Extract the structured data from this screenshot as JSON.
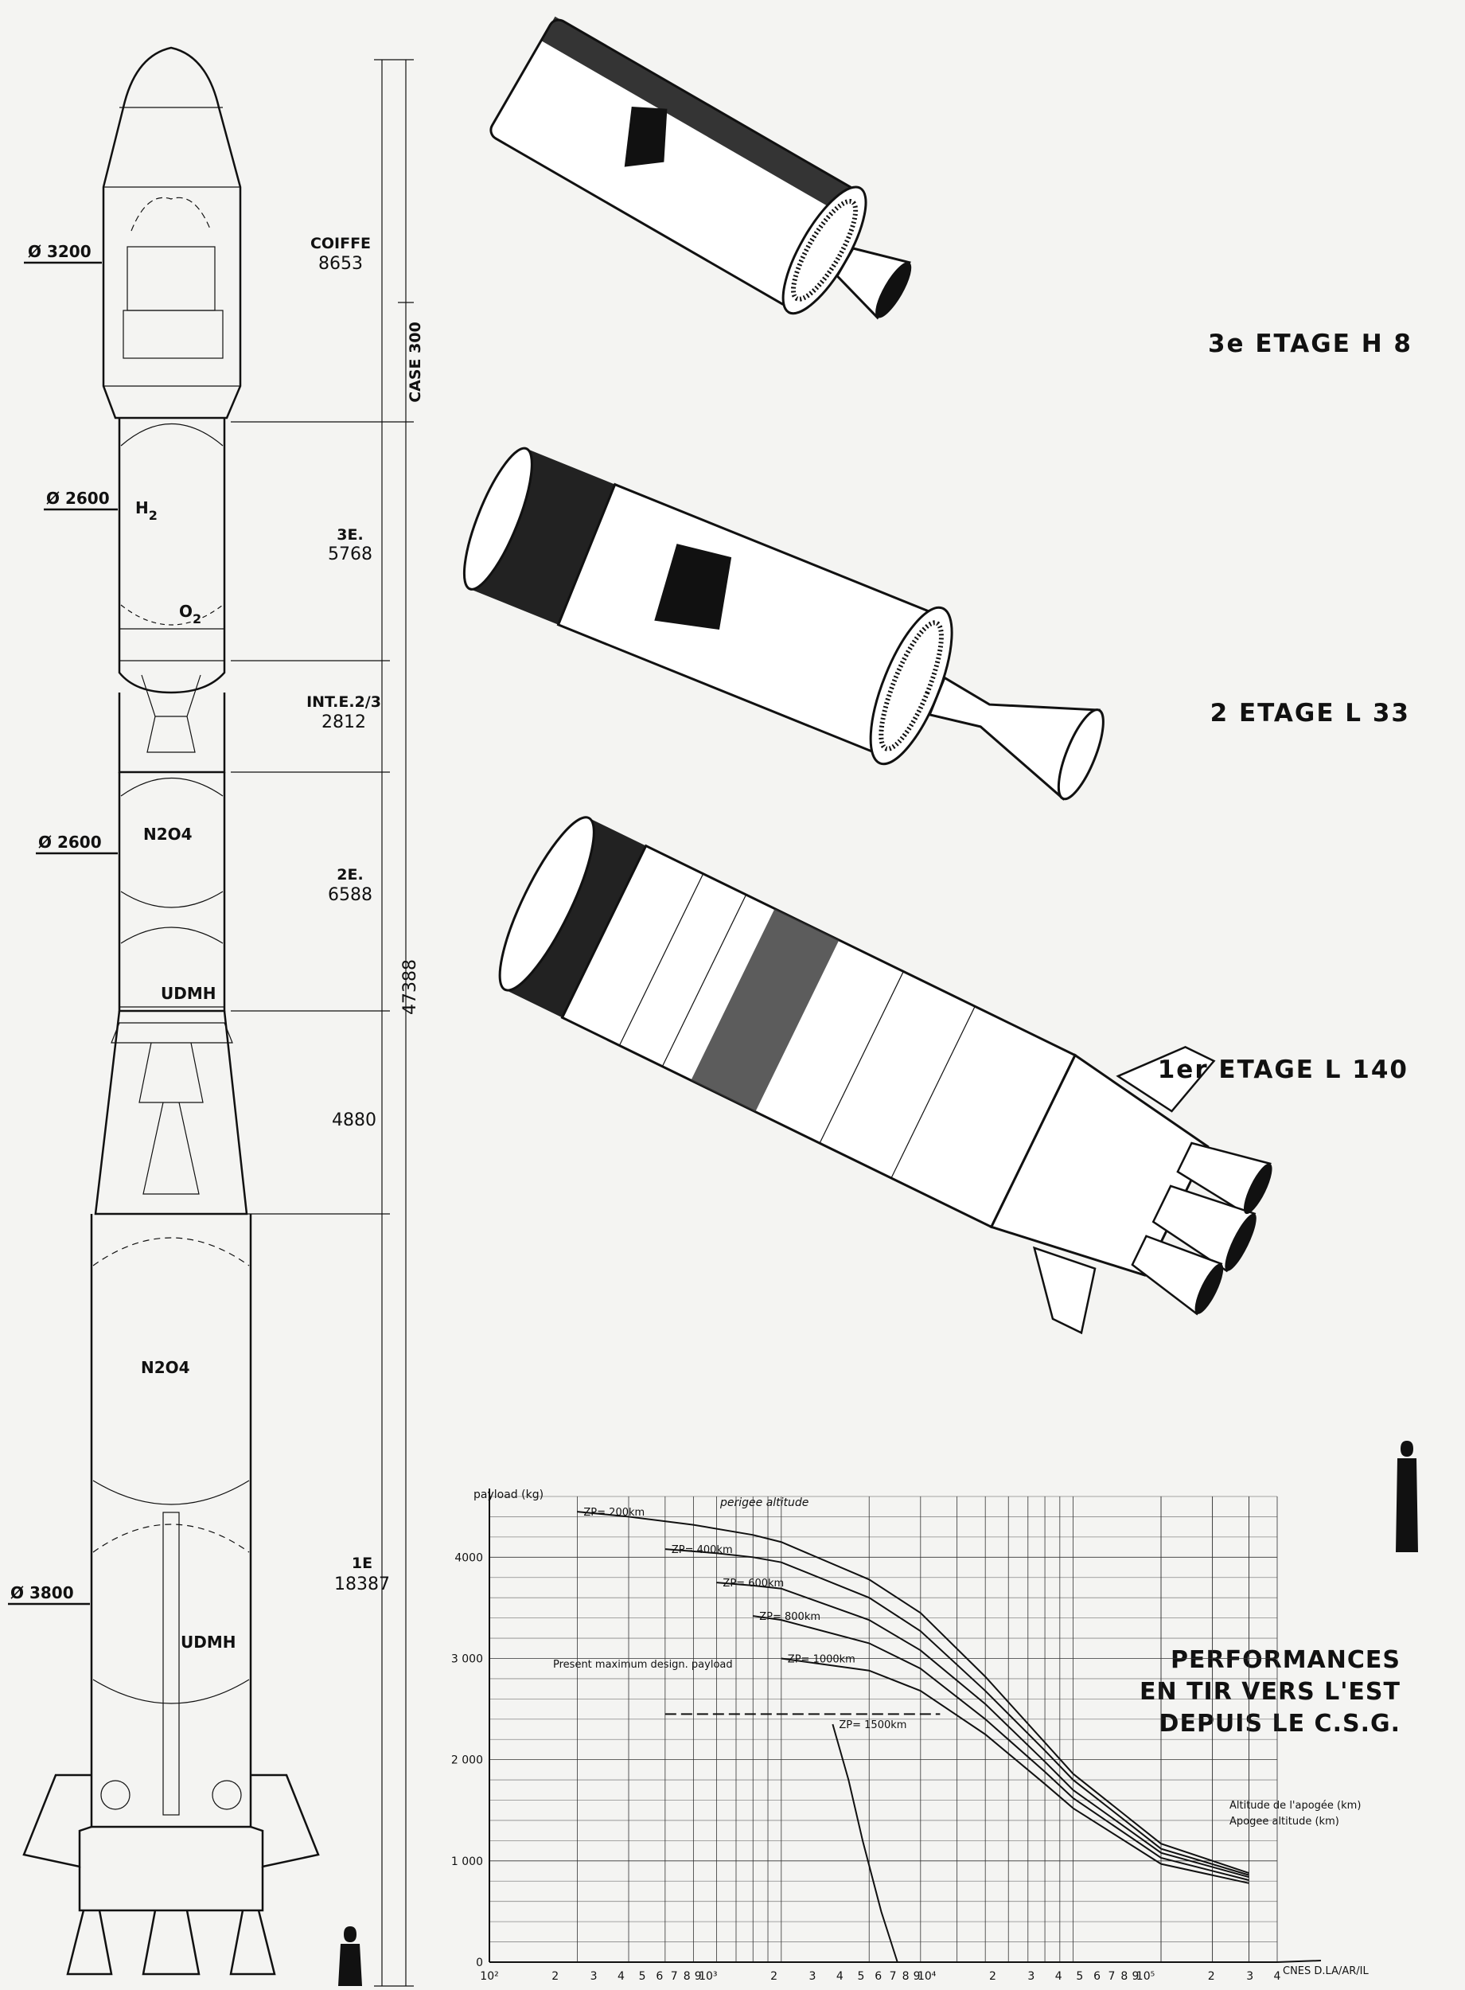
{
  "rocket": {
    "diameters": {
      "d1": "Ø 3200",
      "d2": "Ø 2600",
      "d3": "Ø 2600",
      "d4": "Ø 3800"
    },
    "propellants": {
      "h2": "H",
      "h2_sub": "2",
      "o2": "O",
      "o2_sub": "2",
      "n2o4_upper": "N2O4",
      "udmh_upper": "UDMH",
      "n2o4_lower": "N2O4",
      "udmh_lower": "UDMH"
    },
    "dimensions": {
      "coiffe_label": "COIFFE",
      "coiffe_value": "8653",
      "case_label": "CASE 300",
      "stage3_label": "3E.",
      "stage3_value": "5768",
      "inter_label": "INT.E.2/3",
      "inter_value": "2812",
      "stage2_label": "2E.",
      "stage2_value": "6588",
      "total_value": "47388",
      "skirt_value": "4880",
      "stage1_label": "1E",
      "stage1_value": "18387"
    }
  },
  "stages": {
    "third": "3e ETAGE H 8",
    "second": "2 ETAGE L 33",
    "first": "1er ETAGE L 140"
  },
  "performance_title": {
    "line1": "PERFORMANCES",
    "line2": "EN TIR VERS L'EST",
    "line3": "DEPUIS LE C.S.G."
  },
  "chart_data": {
    "type": "line",
    "ylabel": "payload (kg)",
    "xlabel": "Altitude de l'apogée (km) / Apogee altitude (km)",
    "x_scale": "log",
    "xlim": [
      100,
      50000
    ],
    "ylim": [
      0,
      4600
    ],
    "y_ticks": [
      1000,
      2000,
      3000,
      4000
    ],
    "y_tick_labels": [
      "1 000",
      "2 000",
      "3 000",
      "4000"
    ],
    "x_tick_labels": [
      "10²",
      "2",
      "3",
      "4",
      "5",
      "6",
      "7",
      "8",
      "9",
      "10³",
      "2",
      "3",
      "4",
      "5",
      "6",
      "7",
      "8",
      "9",
      "10⁴",
      "2",
      "3",
      "4",
      "5",
      "6",
      "7",
      "8",
      "9",
      "10⁵",
      "2",
      "3",
      "4"
    ],
    "legend_title": "perigee altitude",
    "series": [
      {
        "name": "ZP= 200km",
        "x": [
          200,
          300,
          500,
          800,
          1000,
          2000,
          3000,
          5000,
          8000,
          10000,
          20000,
          40000
        ],
        "values": [
          4450,
          4400,
          4320,
          4220,
          4150,
          3780,
          3450,
          2820,
          2170,
          1860,
          1170,
          880
        ]
      },
      {
        "name": "ZP= 400km",
        "x": [
          400,
          600,
          800,
          1000,
          2000,
          3000,
          5000,
          8000,
          10000,
          20000,
          40000
        ],
        "values": [
          4080,
          4040,
          4000,
          3950,
          3600,
          3270,
          2680,
          2090,
          1800,
          1120,
          860
        ]
      },
      {
        "name": "ZP= 600km",
        "x": [
          600,
          800,
          1000,
          2000,
          3000,
          5000,
          8000,
          10000,
          20000,
          40000
        ],
        "values": [
          3750,
          3720,
          3690,
          3380,
          3080,
          2550,
          1980,
          1700,
          1080,
          840
        ]
      },
      {
        "name": "ZP= 800km",
        "x": [
          800,
          1000,
          2000,
          3000,
          5000,
          8000,
          10000,
          20000,
          40000
        ],
        "values": [
          3420,
          3380,
          3150,
          2900,
          2400,
          1880,
          1620,
          1030,
          810
        ]
      },
      {
        "name": "ZP= 1000km",
        "x": [
          1000,
          2000,
          3000,
          5000,
          8000,
          10000,
          20000,
          40000
        ],
        "values": [
          3000,
          2880,
          2680,
          2250,
          1760,
          1520,
          970,
          780
        ]
      },
      {
        "name": "ZP= 1500km",
        "x": [
          1500,
          1700,
          1900,
          2200,
          2500
        ],
        "values": [
          2350,
          1800,
          1200,
          500,
          0
        ]
      }
    ],
    "annotations": [
      "Present maximum design. payload",
      "Altitude de l'apogée (km)",
      "Apogee altitude (km)"
    ],
    "max_design_payload": 2450,
    "corner_note": "CNES D.LA/AR/IL",
    "grid": true
  }
}
